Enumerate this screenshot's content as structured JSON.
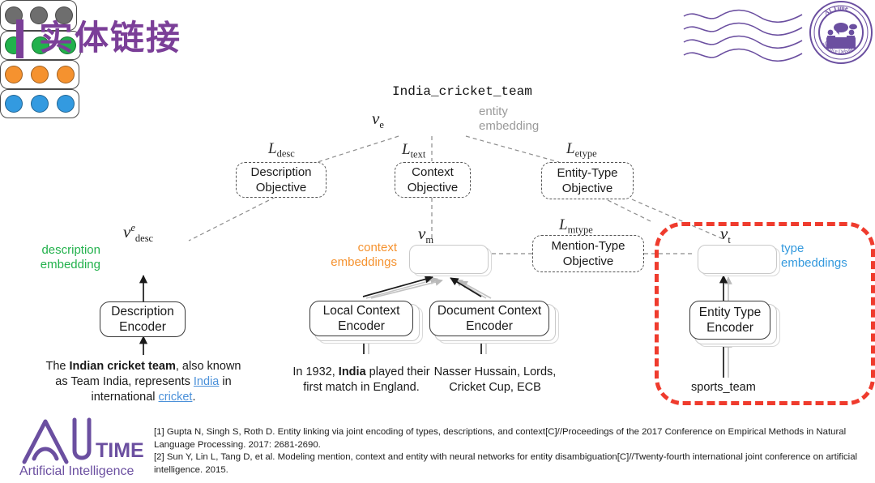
{
  "header": {
    "title": "实体链接",
    "accent_color": "#7b3f98",
    "badge": {
      "top_text": "AI Time",
      "bottom_text": "Science Debate"
    }
  },
  "diagram": {
    "entity_name": "India_cricket_team",
    "entity_embedding": {
      "math": "v",
      "math_sub": "e",
      "label_line1": "entity",
      "label_line2": "embedding",
      "color": "#6e6e6e",
      "label_color": "#9a9a9a",
      "dots": 3
    },
    "objectives": [
      {
        "loss": "L",
        "loss_sub": "desc",
        "line1": "Description",
        "line2": "Objective"
      },
      {
        "loss": "L",
        "loss_sub": "text",
        "line1": "Context",
        "line2": "Objective"
      },
      {
        "loss": "L",
        "loss_sub": "etype",
        "line1": "Entity-Type",
        "line2": "Objective"
      },
      {
        "loss": "L",
        "loss_sub": "mtype",
        "line1": "Mention-Type",
        "line2": "Objective"
      }
    ],
    "branches": [
      {
        "id": "description",
        "math": "v",
        "math_sub": "desc",
        "math_sup": "e",
        "label_line1": "description",
        "label_line2": "embedding",
        "color": "#22b14c",
        "label_color": "#22b14c",
        "encoder_line1": "Description",
        "encoder_line2": "Encoder",
        "input_html": "The <b>Indian cricket team</b>, also known as Team India, represents <span class=\"link\">India</span> in international <span class=\"link\">cricket</span>."
      },
      {
        "id": "context",
        "math": "v",
        "math_sub": "m",
        "label_line1": "context",
        "label_line2": "embeddings",
        "color": "#f5922f",
        "label_color": "#f5922f",
        "encoders": [
          {
            "line1": "Local Context",
            "line2": "Encoder",
            "input_html": "In 1932, <b>India</b> played their first match in England."
          },
          {
            "line1": "Document Context",
            "line2": "Encoder",
            "input_html": "Nasser Hussain, Lords, Cricket Cup, ECB"
          }
        ]
      },
      {
        "id": "type",
        "math": "v",
        "math_sub": "t",
        "label_line1": "type",
        "label_line2": "embeddings",
        "color": "#339ae0",
        "label_color": "#3399dd",
        "encoder_line1": "Entity Type",
        "encoder_line2": "Encoder",
        "input_text": "sports_team"
      }
    ],
    "highlight": {
      "color": "#ef3b2d",
      "target": "type-branch"
    }
  },
  "footer": {
    "logo": {
      "brand": "TIME",
      "subtitle": "Artificial Intelligence"
    },
    "references": [
      "[1] Gupta N, Singh S, Roth D. Entity linking via joint encoding of types, descriptions, and context[C]//Proceedings of the 2017 Conference on Empirical Methods in Natural Language Processing. 2017: 2681-2690.",
      "[2] Sun Y, Lin L, Tang D, et al. Modeling mention, context and entity with neural networks for entity disambiguation[C]//Twenty-fourth international joint conference on artificial intelligence. 2015."
    ]
  }
}
